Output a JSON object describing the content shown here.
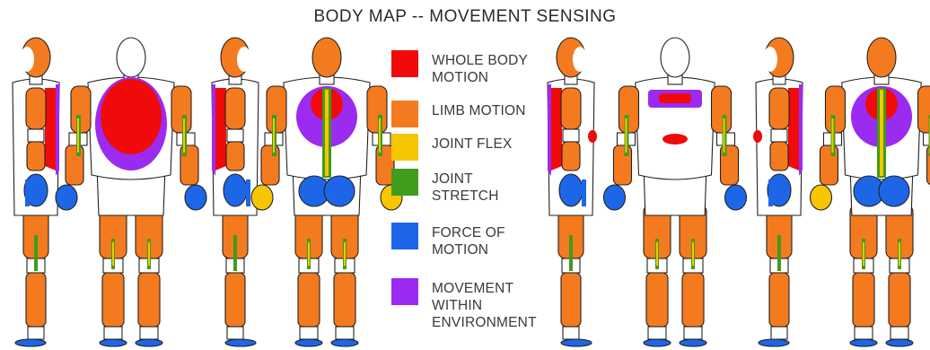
{
  "title": "BODY MAP -- MOVEMENT SENSING",
  "colors": {
    "whole_body_motion": "#f00a0a",
    "limb_motion": "#f47a1f",
    "joint_flex": "#f7c600",
    "joint_stretch": "#3f9c1c",
    "force_of_motion": "#1e66e8",
    "movement_within_environment": "#9b2bf0",
    "skin": "#ffffff",
    "outline": "#222222"
  },
  "legend": [
    {
      "label": "WHOLE BODY\nMOTION",
      "color": "#f00a0a",
      "swatch_name": "whole-body-motion-swatch"
    },
    {
      "label": "LIMB MOTION",
      "color": "#f47a1f",
      "swatch_name": "limb-motion-swatch"
    },
    {
      "label": "JOINT FLEX",
      "color": "#f7c600",
      "swatch_name": "joint-flex-swatch"
    },
    {
      "label": "JOINT\nSTRETCH",
      "color": "#3f9c1c",
      "swatch_name": "joint-stretch-swatch"
    },
    {
      "label": "FORCE OF\nMOTION",
      "color": "#1e66e8",
      "swatch_name": "force-of-motion-swatch"
    },
    {
      "label": "MOVEMENT\nWITHIN\nENVIRONMENT",
      "color": "#9b2bf0",
      "swatch_name": "movement-within-environment-swatch"
    }
  ],
  "figures": [
    {
      "name": "male-side-left-figure",
      "sex": "male",
      "view": "side"
    },
    {
      "name": "male-front-figure",
      "sex": "male",
      "view": "front"
    },
    {
      "name": "male-side-right-figure",
      "sex": "male",
      "view": "side"
    },
    {
      "name": "male-back-figure",
      "sex": "male",
      "view": "back"
    },
    {
      "name": "female-side-left-figure",
      "sex": "female",
      "view": "side"
    },
    {
      "name": "female-front-figure",
      "sex": "female",
      "view": "front"
    },
    {
      "name": "female-side-right-figure",
      "sex": "female",
      "view": "side"
    },
    {
      "name": "female-back-figure",
      "sex": "female",
      "view": "back"
    }
  ]
}
